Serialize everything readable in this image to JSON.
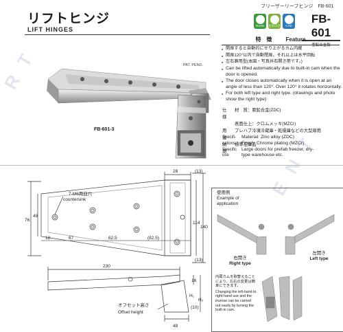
{
  "header": {
    "category": "フリーザーリーフヒンジ",
    "code_small": "FB-601",
    "title_jp": "リフトヒンジ",
    "title_en": "LIFT HINGES",
    "code": "FB-601",
    "code_sub": "亜鉛合金製",
    "icons": [
      {
        "name": "rohs-icon",
        "label": "RoHS",
        "color": "#3a9a3a"
      },
      {
        "name": "catalog-icon",
        "label": "カタログ",
        "color": "#7ab33a"
      },
      {
        "name": "cad-icon",
        "label": "CAD",
        "color": "#2a7ab8"
      }
    ]
  },
  "features": {
    "heading_jp": "特　徴",
    "heading_en": "Feature",
    "jp": [
      "開扉すると自動的にせり上がるカム内蔵",
      "開扉120°以内で自動閉扉。それ以上は水平回転",
      "左右兼用型(本図・写真共右開き用です。)"
    ],
    "en": [
      "Can be lifted automatically due to built-in cam when the door is opened.",
      "The door closes automatically when it is open at an angle of less than 120°. Over 120° it rotates horizontally.",
      "For both left type and right type. (drawings and photo show the right type)"
    ]
  },
  "specs_jp": [
    {
      "k": "仕様",
      "v": "材　質：亜鉛合金(ZDC)"
    },
    {
      "k": "",
      "v": "表面仕上：クロムメッキ(MZCr)"
    },
    {
      "k": "用途",
      "v": "プレハブ冷凍冷蔵庫・乾燥庫などの大型扉用"
    },
    {
      "k": "納期",
      "v": "標準在庫品"
    }
  ],
  "specs_en": [
    {
      "k": "Specifi-",
      "v": "Material: Zinc alloy (ZDC)"
    },
    {
      "k": "cations",
      "v": "Finish: Chrome plating (MZCr)"
    },
    {
      "k": "Specific",
      "v": "Large doors for prefab freezer, dry-"
    },
    {
      "k": "use",
      "v": "type warehouse etc."
    }
  ],
  "photo": {
    "pat_pend": "PAT. PEND.",
    "label": "FB-601-3"
  },
  "drawing": {
    "hole_note_jp": "7-M6用皿穴",
    "hole_note_en": "countersink",
    "dims": {
      "d28": "28",
      "d13a": "(13)",
      "d76": "76",
      "d48": "48",
      "d18": "18",
      "d67": "67",
      "d62_5": "62.5",
      "d82_5": "(82.5)",
      "d114": "114",
      "d140": "140",
      "d13b": "(13)",
      "d230": "230",
      "d16": "16",
      "h1": "H₁",
      "h2": "H₂",
      "d10": "(10)",
      "d48b": "48",
      "offset_jp": "オフセット高さ",
      "offset_en": "Offset height"
    }
  },
  "usage": {
    "title_jp": "使用例",
    "title_en1": "Example of",
    "title_en2": "application",
    "right_jp": "右開き",
    "right_en": "Right type",
    "left_jp": "左開き",
    "left_en": "Left type",
    "note_jp": "内蔵カムを取替えることにより、左右の変更は簡単にできます。",
    "note_en": "Changing the left-hand to right-hand use and the inverse can be carried out easily by turning the built-in cam."
  },
  "watermark": {
    "a": "R T",
    "b": "E N T",
    "c": "A R T"
  }
}
